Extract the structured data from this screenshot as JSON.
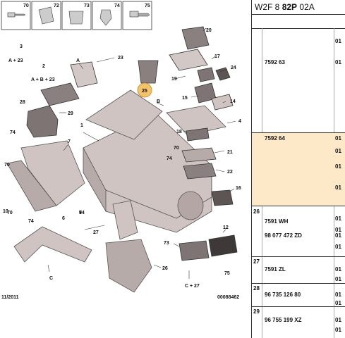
{
  "header": {
    "ref_prefix": "W2F 8",
    "ref_bold": "82P",
    "ref_suffix": "02A"
  },
  "footer": {
    "date": "11/2011",
    "drawing_id": "00088462"
  },
  "top_parts": [
    "70",
    "72",
    "73",
    "74",
    "75"
  ],
  "callouts": [
    "20",
    "17",
    "23",
    "24",
    "25",
    "19",
    "15",
    "14",
    "B",
    "4",
    "18",
    "21",
    "22",
    "16",
    "A",
    "3",
    "A + 23",
    "2",
    "A + B + 23",
    "28",
    "29",
    "74",
    "1",
    "7",
    "70",
    "74",
    "70",
    "74",
    "6",
    "5",
    "70",
    "74",
    "10",
    "9",
    "27",
    "C",
    "12",
    "73",
    "26",
    "C + 27",
    "75"
  ],
  "panel": {
    "rows": [
      {
        "index": "",
        "part": "7592 63",
        "qty": [
          "01",
          "01"
        ]
      },
      {
        "index": "",
        "part": "7592 64",
        "qty": [
          "01",
          "01",
          "01",
          "01"
        ]
      },
      {
        "index": "26",
        "part": "7591 WH",
        "qty": [
          "01",
          "01"
        ]
      },
      {
        "index": "",
        "part": "98 077 472 ZD",
        "qty": [
          "01",
          "01"
        ]
      },
      {
        "index": "27",
        "part": "7591 ZL",
        "qty": [
          "01",
          "01"
        ]
      },
      {
        "index": "28",
        "part": "96 735 126 80",
        "qty": [
          "01",
          "01"
        ]
      },
      {
        "index": "29",
        "part": "96 755 199 XZ",
        "qty": [
          "01",
          "01"
        ]
      }
    ]
  },
  "colors": {
    "highlight": "#fde9c8",
    "part_fill": "#cfc4c2",
    "part_dark": "#7d7473",
    "badge": "#f2c36b"
  }
}
